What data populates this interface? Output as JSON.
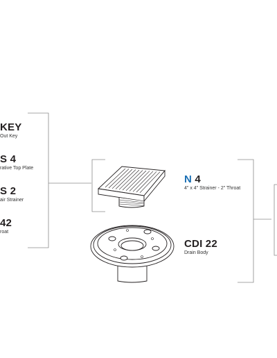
{
  "colors": {
    "accent": "#1a6fb4",
    "text": "#231f20",
    "line": "#8a8a8a"
  },
  "left_items": [
    {
      "code": "KEY",
      "desc": "Out Key"
    },
    {
      "code": "S 4",
      "desc": "rative Top Plate"
    },
    {
      "code": "S 2",
      "desc": "air Strainer"
    },
    {
      "code": "42",
      "desc": "roat"
    }
  ],
  "strainer": {
    "code_prefix": "N",
    "code_suffix": " 4",
    "desc": "4\" x 4\" Strainer - 2\" Throat"
  },
  "body": {
    "code": "CDI 22",
    "desc": "Drain Body"
  }
}
